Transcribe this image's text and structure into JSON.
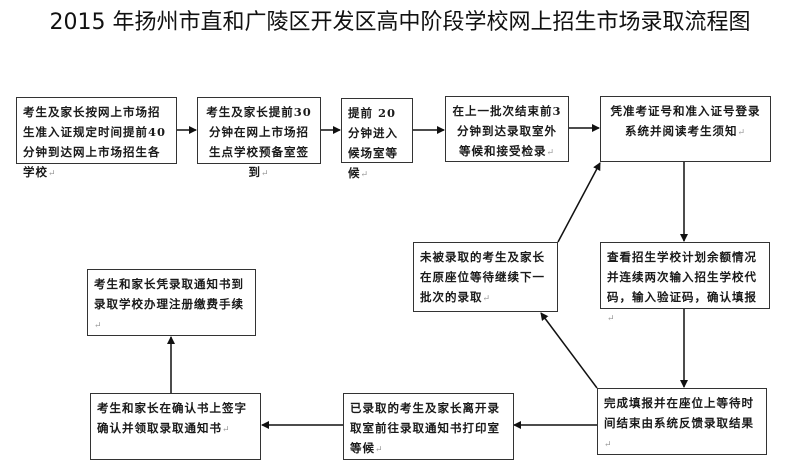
{
  "title": "2015 年扬州市直和广陵区开发区高中阶段学校网上招生市场录取流程图",
  "steps": {
    "s1": "考生及家长按网上市场招生准入证规定时间提前40分钟到达网上市场招生各学校",
    "s2": "考生及家长提前30分钟在网上市场招生点学校预备室签到",
    "s3": "提前 20 分钟进入候场室等候",
    "s4": "在上一批次结束前3分钟到达录取室外等候和接受检录",
    "s5": "凭准考证号和准入证号登录系统并阅读考生须知",
    "s6": "查看招生学校计划余额情况并连续两次输入招生学校代码，输入验证码，确认填报",
    "s7": "完成填报并在座位上等待时间结束由系统反馈录取结果",
    "s8": "未被录取的考生及家长在原座位等待继续下一批次的录取",
    "s9": "已录取的考生及家长离开录取室前往录取通知书打印室等候",
    "s10": "考生和家长在确认书上签字确认并领取录取通知书",
    "s11": "考生和家长凭录取通知书到录取学校办理注册缴费手续"
  },
  "paragraph_mark": "↵"
}
